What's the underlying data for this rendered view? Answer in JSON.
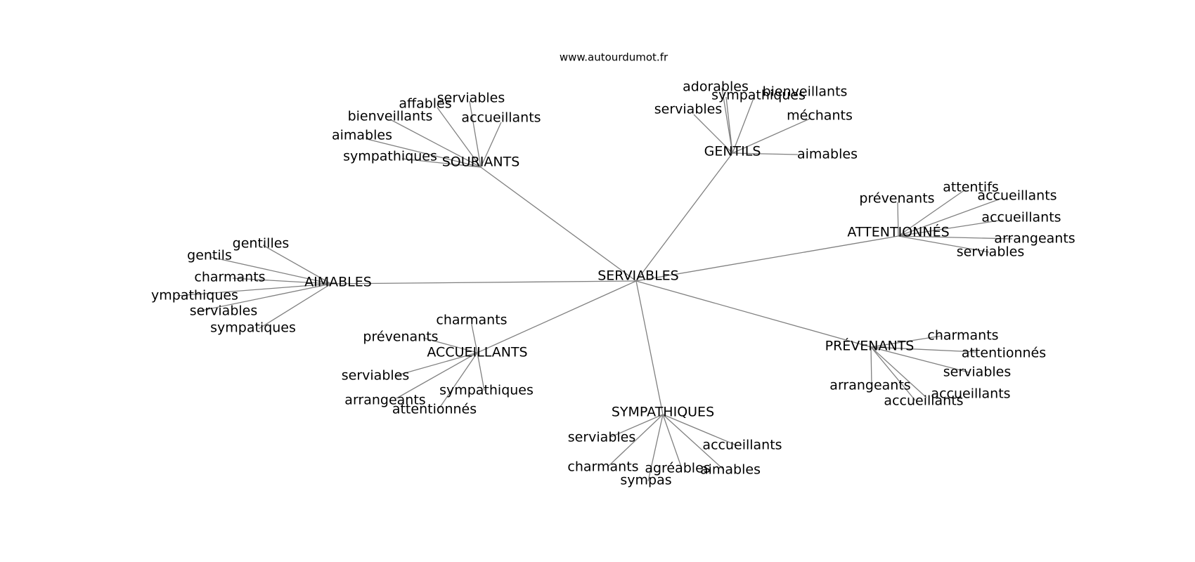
{
  "source": "www.autourdumot.fr",
  "center": {
    "label": "SERVIABLES"
  },
  "clusters": [
    {
      "label": "SOURIANTS",
      "leaves": [
        "serviables",
        "affables",
        "accueillants",
        "bienveillants",
        "aimables",
        "sympathiques"
      ]
    },
    {
      "label": "GENTILS",
      "leaves": [
        "adorables",
        "sympathiques",
        "bienveillants",
        "serviables",
        "méchants",
        "aimables"
      ]
    },
    {
      "label": "ATTENTIONNÉS",
      "leaves": [
        "attentifs",
        "prévenants",
        "accueillants",
        "accueillants",
        "arrangeants",
        "serviables"
      ]
    },
    {
      "label": "AIMABLES",
      "leaves": [
        "gentilles",
        "gentils",
        "charmants",
        "ympathiques",
        "serviables",
        "sympatiques"
      ]
    },
    {
      "label": "ACCUEILLANTS",
      "leaves": [
        "charmants",
        "prévenants",
        "serviables",
        "arrangeants",
        "attentionnés",
        "sympathiques"
      ]
    },
    {
      "label": "PRÉVENANTS",
      "leaves": [
        "charmants",
        "attentionnés",
        "serviables",
        "arrangeants",
        "accueillants",
        "accueillants"
      ]
    },
    {
      "label": "SYMPATHIQUES",
      "leaves": [
        "serviables",
        "charmants",
        "sympas",
        "agréables",
        "aimables",
        "accueillants"
      ]
    }
  ]
}
